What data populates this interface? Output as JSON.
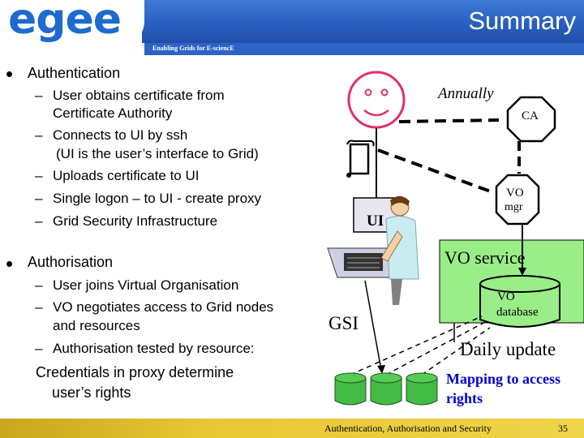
{
  "header": {
    "logo": "egee",
    "subtitle": "Enabling Grids for E-sciencE",
    "title": "Summary"
  },
  "authentication": {
    "heading": "Authentication",
    "items": [
      "User obtains certificate from",
      "Certificate Authority",
      "Connects to UI by  ssh",
      "(UI is the user’s interface to Grid)",
      "Uploads certificate to UI",
      "Single logon – to UI -  create proxy",
      "Grid Security Infrastructure"
    ]
  },
  "authorisation": {
    "heading": "Authorisation",
    "items": [
      "User joins Virtual Organisation",
      "VO negotiates access to Grid nodes",
      "and resources",
      "Authorisation tested by resource:"
    ],
    "note_line1": "Credentials in proxy determine",
    "note_line2": "user’s rights"
  },
  "diagram": {
    "annually": "Annually",
    "ca": "CA",
    "vo_mgr_line1": "VO",
    "vo_mgr_line2": "mgr",
    "ui": "UI",
    "vo_service": "VO service",
    "vo_database_line1": "VO",
    "vo_database_line2": "database",
    "gsi": "GSI",
    "daily_update": "Daily update",
    "mapping_line1": "Mapping to access",
    "mapping_line2": "rights"
  },
  "footer": {
    "text": "Authentication, Authorisation and Security",
    "page": "35"
  },
  "colors": {
    "title_band": "#2a5fc0",
    "vo_service_box": "#99ee88",
    "storage": "#44bb44",
    "footer": "#e8c633",
    "mapping_text": "#0000cc"
  }
}
